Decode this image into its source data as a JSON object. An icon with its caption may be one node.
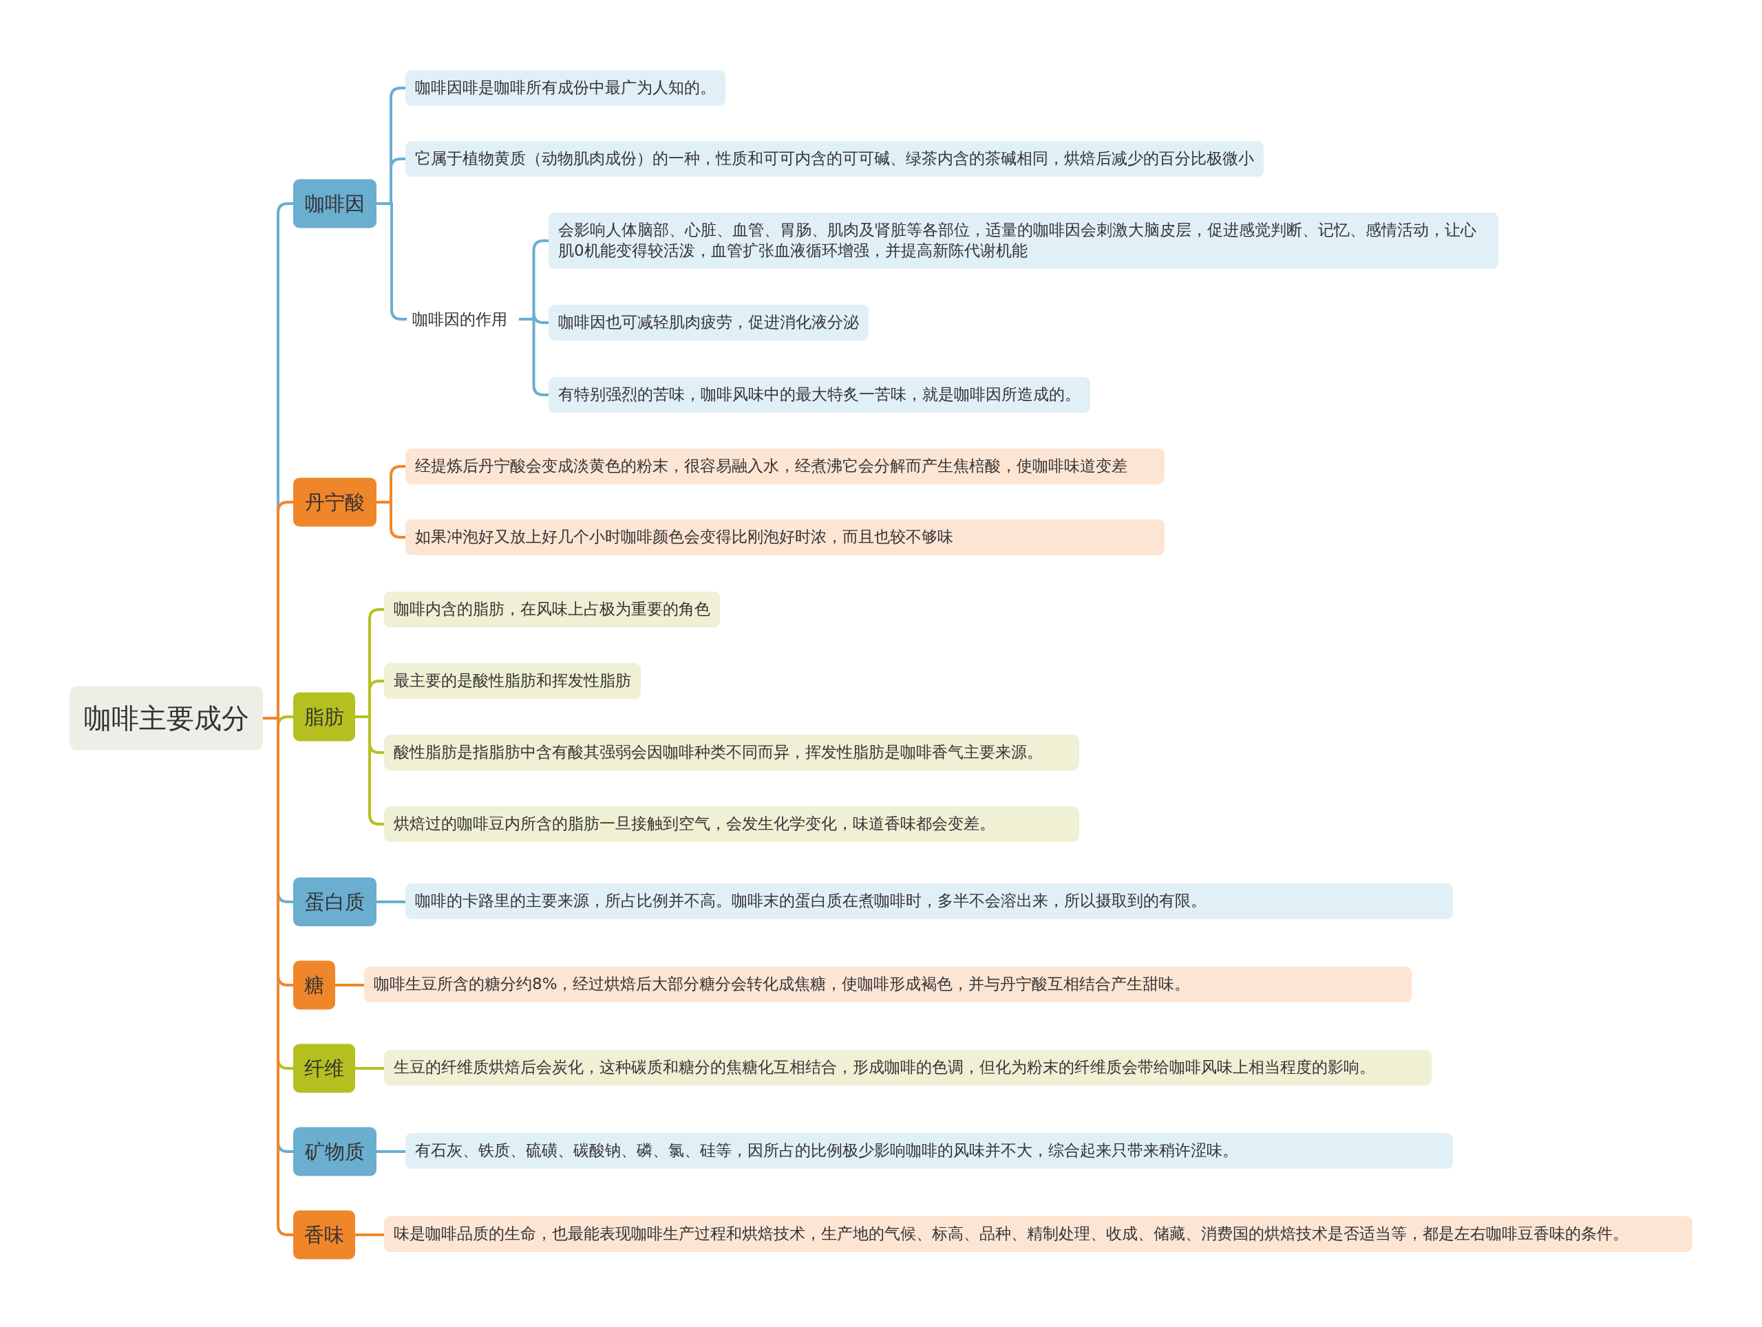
{
  "diagram": {
    "nodes": [
      {
        "text": [
          "咖啡主要成分"
        ]
      },
      {
        "text": [
          "咖啡因"
        ]
      },
      {
        "text": [
          "咖啡因啡是咖啡所有成份中最广为人知的。"
        ]
      },
      {
        "text": [
          "它属于植物黄质（动物肌肉成份）的一种，性质和可可内含的可可碱、绿茶内含的茶碱相同，烘焙后减少的百分比极微小"
        ]
      },
      {
        "text": [
          "咖啡因的作用"
        ]
      },
      {
        "text": [
          "会影响人体脑部、心脏、血管、胃肠、肌肉及肾脏等各部位，适量的咖啡因会刺激大脑皮层，促进感觉判断、记忆、感情活动，让心肌0机能变得较活泼，血管扩张血液循环增强，并提高新陈代谢机能"
        ]
      },
      {
        "text": [
          "咖啡因也可减轻肌肉疲劳，促进消化液分泌"
        ]
      },
      {
        "text": [
          "有特别强烈的苦味，咖啡风味中的最大特炙一苦味，就是咖啡因所造成的。"
        ]
      },
      {
        "text": [
          "丹宁酸"
        ]
      },
      {
        "text": [
          "经提炼后丹宁酸会变成淡黄色的粉末，很容易融入水，经煮沸它会分解而产生焦棓酸，使咖啡味道变差"
        ]
      },
      {
        "text": [
          "如果冲泡好又放上好几个小时咖啡颜色会变得比刚泡好时浓，而且也较不够味"
        ]
      },
      {
        "text": [
          "脂肪"
        ]
      },
      {
        "text": [
          "咖啡内含的脂肪，在风味上占极为重要的角色"
        ]
      },
      {
        "text": [
          "最主要的是酸性脂肪和挥发性脂肪"
        ]
      },
      {
        "text": [
          "酸性脂肪是指脂肪中含有酸其强弱会因咖啡种类不同而异，挥发性脂肪是咖啡香气主要来源。"
        ]
      },
      {
        "text": [
          "烘焙过的咖啡豆内所含的脂肪一旦接触到空气，会发生化学变化，味道香味都会变差。"
        ]
      },
      {
        "text": [
          "蛋白质"
        ]
      },
      {
        "text": [
          "咖啡的卡路里的主要来源，所占比例并不高。咖啡末的蛋白质在煮咖啡时，多半不会溶出来，所以摄取到的有限。"
        ]
      },
      {
        "text": [
          "糖"
        ]
      },
      {
        "text": [
          "咖啡生豆所含的糖分约8%，经过烘焙后大部分糖分会转化成焦糖，使咖啡形成褐色，并与丹宁酸互相结合产生甜味。"
        ]
      },
      {
        "text": [
          "纤维"
        ]
      },
      {
        "text": [
          "生豆的纤维质烘焙后会炭化，这种碳质和糖分的焦糖化互相结合，形成咖啡的色调，但化为粉末的纤维质会带给咖啡风味上相当程度的影响。"
        ]
      },
      {
        "text": [
          "矿物质"
        ]
      },
      {
        "text": [
          "有石灰、铁质、硫磺、碳酸钠、磷、氯、硅等，因所占的比例极少影响咖啡的风味并不大，综合起来只带来稍许涩味。"
        ]
      },
      {
        "text": [
          "香味"
        ]
      },
      {
        "text": [
          "味是咖啡品质的生命，也最能表现咖啡生产过程和烘焙技术，生产地的气候、标高、品种、精制处理、收成、储藏、消费国的烘焙技术是否适当等，都是左右咖啡豆香味的条件。"
        ]
      }
    ],
    "edges": [
      {
        "from": 0,
        "to": 1,
        "arrow": "none"
      },
      {
        "from": 1,
        "to": 2,
        "arrow": "none"
      },
      {
        "from": 1,
        "to": 3,
        "arrow": "none"
      },
      {
        "from": 1,
        "to": 4,
        "arrow": "none"
      },
      {
        "from": 4,
        "to": 5,
        "arrow": "none"
      },
      {
        "from": 4,
        "to": 6,
        "arrow": "none"
      },
      {
        "from": 4,
        "to": 7,
        "arrow": "none"
      },
      {
        "from": 0,
        "to": 8,
        "arrow": "none",
        "color": "#f0862a"
      },
      {
        "from": 8,
        "to": 9,
        "arrow": "none",
        "color": "#f0862a"
      },
      {
        "from": 8,
        "to": 10,
        "arrow": "none",
        "color": "#f0862a"
      },
      {
        "from": 0,
        "to": 11,
        "arrow": "none",
        "color": "#b5c020"
      },
      {
        "from": 11,
        "to": 12,
        "arrow": "none",
        "color": "#b5c020"
      },
      {
        "from": 11,
        "to": 13,
        "arrow": "none",
        "color": "#b5c020"
      },
      {
        "from": 11,
        "to": 14,
        "arrow": "none",
        "color": "#b5c020"
      },
      {
        "from": 11,
        "to": 15,
        "arrow": "none",
        "color": "#b5c020"
      },
      {
        "from": 0,
        "to": 16,
        "arrow": "none"
      },
      {
        "from": 16,
        "to": 17,
        "arrow": "none"
      },
      {
        "from": 0,
        "to": 18,
        "arrow": "none",
        "color": "#f0862a"
      },
      {
        "from": 18,
        "to": 19,
        "arrow": "none",
        "color": "#f0862a"
      },
      {
        "from": 0,
        "to": 20,
        "arrow": "none",
        "color": "#b5c020"
      },
      {
        "from": 20,
        "to": 21,
        "arrow": "none",
        "color": "#b5c020"
      },
      {
        "from": 0,
        "to": 22,
        "arrow": "none"
      },
      {
        "from": 22,
        "to": 23,
        "arrow": "none"
      },
      {
        "from": 0,
        "to": 24,
        "arrow": "none",
        "color": "#f0862a"
      },
      {
        "from": 24,
        "to": 25,
        "arrow": "none",
        "color": "#f0862a"
      }
    ]
  }
}
